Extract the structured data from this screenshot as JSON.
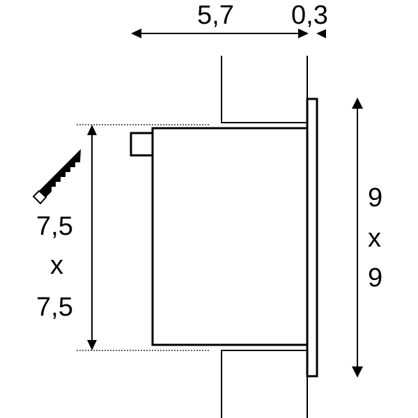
{
  "diagram": {
    "type": "technical-dimension-drawing",
    "colors": {
      "line": "#000000",
      "background": "#ffffff"
    },
    "dimensions": {
      "depth": "5,7",
      "frame_thickness": "0,3",
      "cutout_width": "7,5",
      "cutout_x": "x",
      "cutout_height": "7,5",
      "frame_width": "9",
      "frame_x": "x",
      "frame_height": "9"
    },
    "icons": {
      "cutout_tool": "saw-icon"
    }
  }
}
